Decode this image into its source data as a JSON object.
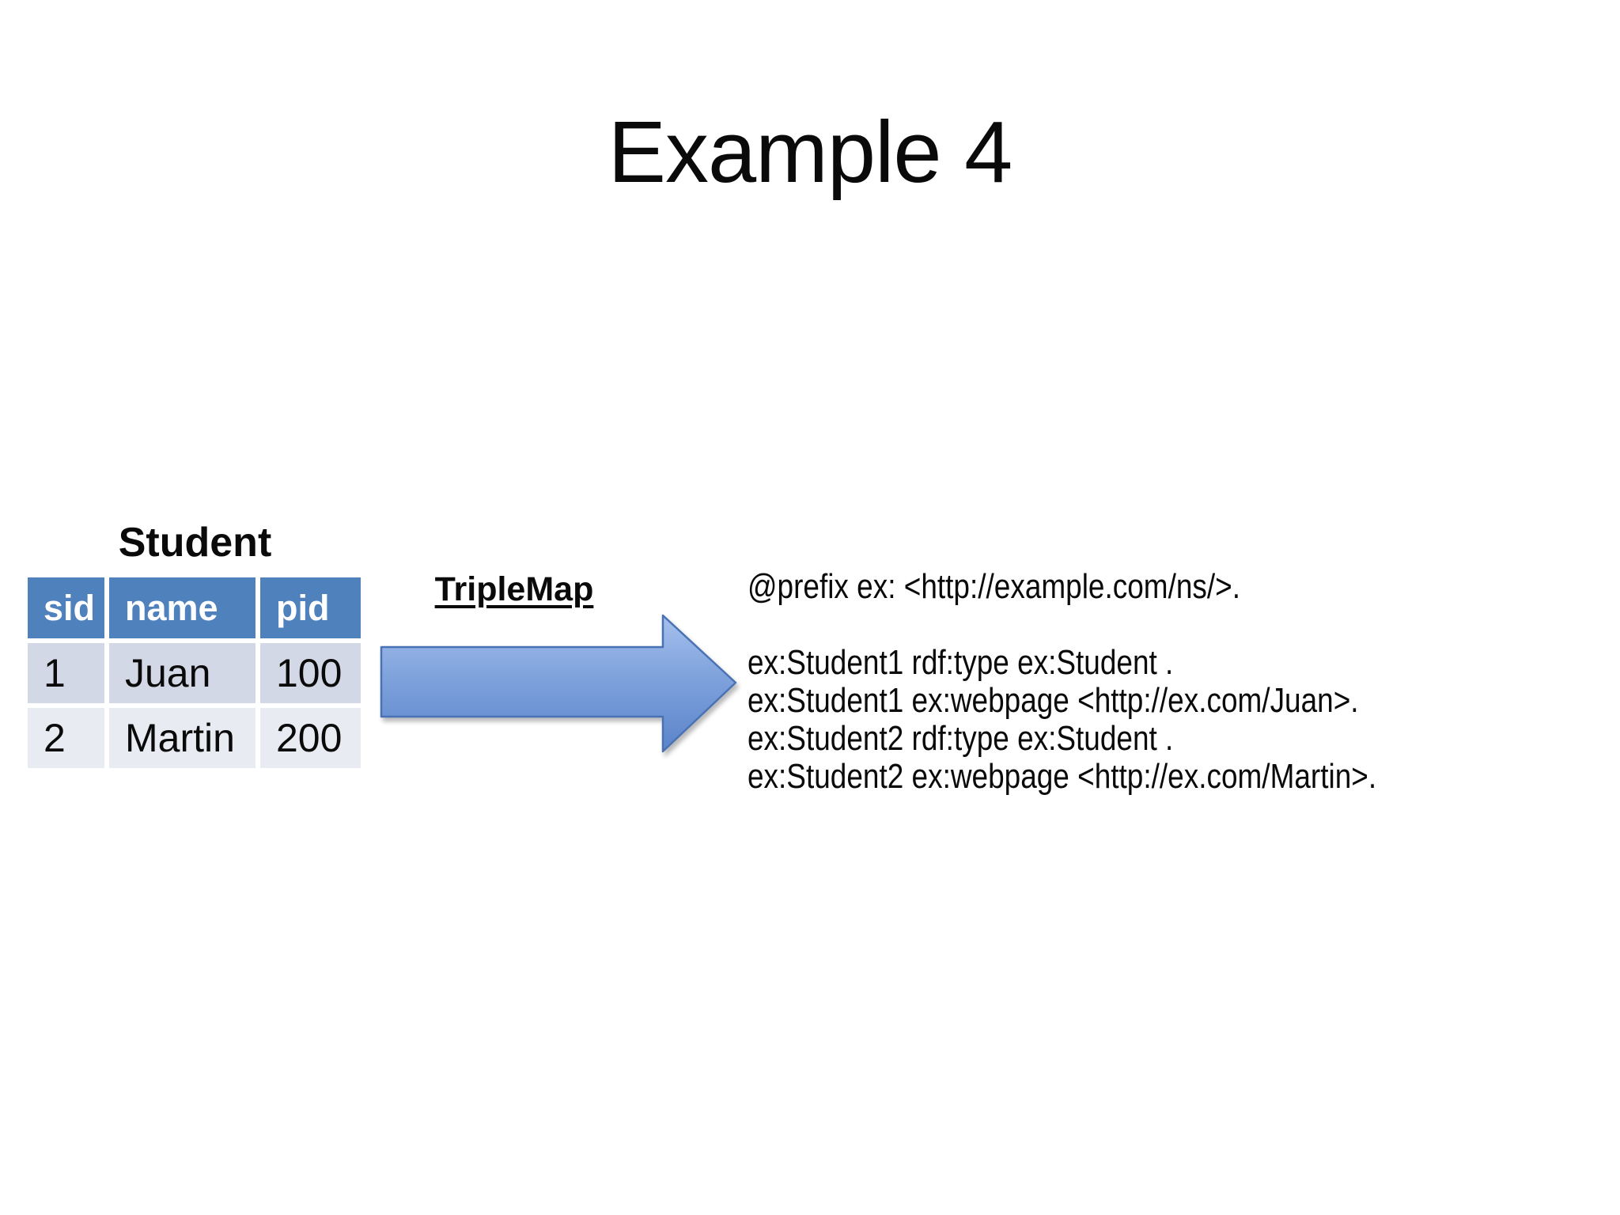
{
  "slide": {
    "title": "Example 4"
  },
  "student_table": {
    "caption": "Student",
    "headers": [
      "sid",
      "name",
      "pid"
    ],
    "rows": [
      [
        "1",
        "Juan",
        "100"
      ],
      [
        "2",
        "Martin",
        "200"
      ]
    ]
  },
  "mapping": {
    "label": "TripleMap",
    "arrow_icon": "right-arrow-icon"
  },
  "rdf_output": {
    "lines": [
      "@prefix ex: <http://example.com/ns/>.",
      "",
      "ex:Student1 rdf:type ex:Student .",
      "ex:Student1 ex:webpage <http://ex.com/Juan>.",
      "ex:Student2 rdf:type ex:Student .",
      "ex:Student2 ex:webpage <http://ex.com/Martin>."
    ]
  },
  "colors": {
    "table_header_bg": "#4F81BD",
    "table_header_text": "#FFFFFF",
    "row_band_dark": "#D2D8E5",
    "row_band_light": "#E9EBF3",
    "arrow_fill_top": "#A5C0ED",
    "arrow_fill_bottom": "#5A84CA",
    "arrow_border": "#4A72B4",
    "text": "#0A0A0A",
    "background": "#FFFFFF"
  }
}
